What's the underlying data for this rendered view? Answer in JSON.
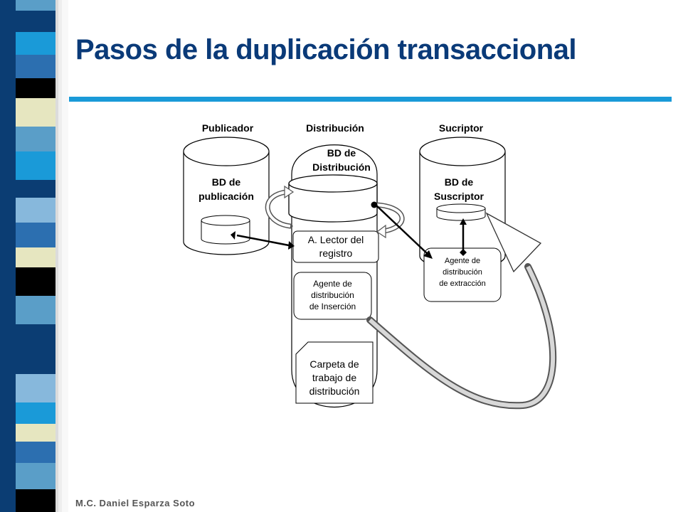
{
  "slide": {
    "title": "Pasos de la duplicación transaccional",
    "footer": "M.C. Daniel Esparza Soto"
  },
  "diagram": {
    "headers": {
      "publisher": "Publicador",
      "distribution": "Distribución",
      "subscriber": "Sucriptor"
    },
    "publication_db": [
      "BD de",
      "publicación"
    ],
    "distribution_db": [
      "BD de",
      "Distribución"
    ],
    "subscriber_db": [
      "BD de",
      "Suscriptor"
    ],
    "log_reader": [
      "A. Lector del",
      "registro"
    ],
    "insert_agent": [
      "Agente de",
      "distribución",
      "de Inserción"
    ],
    "pull_agent": [
      "Agente de",
      "distribución",
      "de extracción"
    ],
    "work_folder": [
      "Carpeta de",
      "trabajo de",
      "distribución"
    ]
  },
  "colors": {
    "title": "#0a3a78",
    "rule": "#1a9ad8",
    "stripe_palette": [
      "#5a9ec8",
      "#0b3d73",
      "#1a9ad8",
      "#e6e6c0",
      "#000000",
      "#87b8dc",
      "#2c6fb0"
    ]
  }
}
